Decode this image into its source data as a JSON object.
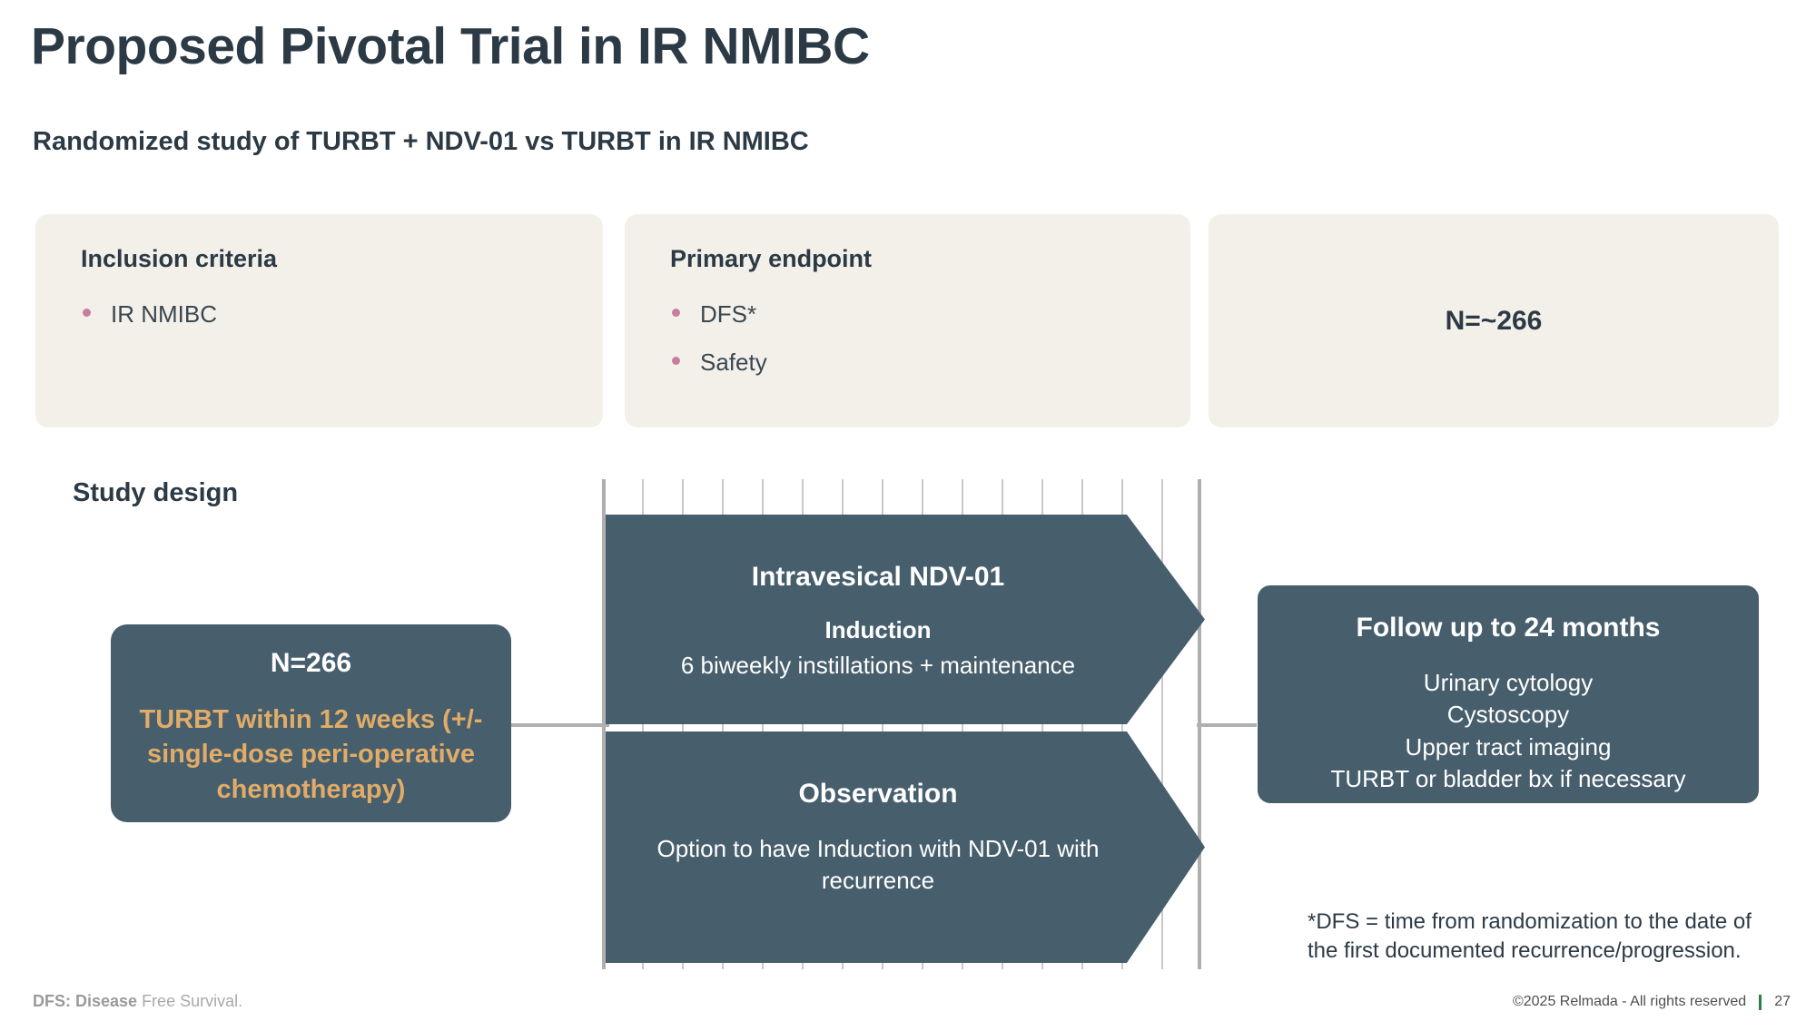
{
  "header": {
    "title": "Proposed Pivotal Trial in IR NMIBC",
    "subtitle": "Randomized study of TURBT + NDV-01 vs TURBT in IR NMIBC"
  },
  "cards": {
    "inclusion": {
      "title": "Inclusion criteria",
      "items": [
        "IR NMIBC"
      ]
    },
    "endpoint": {
      "title": "Primary endpoint",
      "items": [
        "DFS*",
        "Safety"
      ]
    },
    "sample_size": {
      "value": "N=~266"
    }
  },
  "study_design": {
    "label": "Study design",
    "turbt_box": {
      "n": "N=266",
      "detail": "TURBT within 12 weeks (+/- single-dose peri-operative chemotherapy)"
    },
    "arm_ndv": {
      "title": "Intravesical NDV-01",
      "subtitle_bold": "Induction",
      "subtitle": "6 biweekly instillations + maintenance"
    },
    "arm_observation": {
      "title": "Observation",
      "subtitle": "Option to have Induction with NDV-01 with recurrence"
    },
    "followup": {
      "title": "Follow up to 24 months",
      "items": [
        "Urinary cytology",
        "Cystoscopy",
        "Upper tract imaging",
        "TURBT or bladder bx if necessary"
      ]
    },
    "footnote": "*DFS = time from randomization to the date of the first documented recurrence/progression."
  },
  "footer": {
    "abbrev_bold": "DFS: Disease",
    "abbrev_rest": " Free Survival.",
    "copyright": "©2025 Relmada  -  All rights reserved",
    "page_number": "27"
  },
  "colors": {
    "slate": "#475E6C",
    "card_bg": "#F3F0EA",
    "accent_gold": "#E0AC68",
    "bullet_pink": "#C77E9E",
    "text_dark": "#2C3A45",
    "footer_green": "#2E7D4F"
  }
}
